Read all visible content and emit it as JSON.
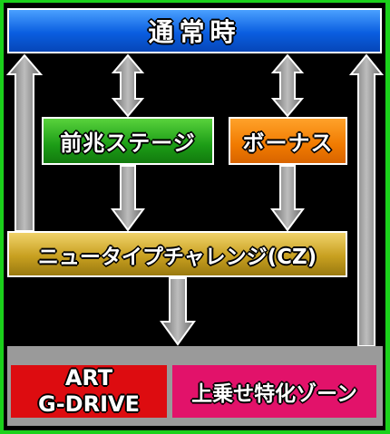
{
  "nodes": {
    "normal": "通常時",
    "zencho": "前兆ステージ",
    "bonus": "ボーナス",
    "newtype": "ニュータイプチャレンジ(CZ)",
    "art_line1": "ART",
    "art_line2": "G-DRIVE",
    "zone": "上乗せ特化ゾーン"
  },
  "colors": {
    "normal": "#0a5ee0",
    "zencho": "#1c9c16",
    "bonus": "#f07a00",
    "newtype": "#c8a020",
    "art": "#dd0c10",
    "zone": "#e2126a",
    "arrow": "#8c8c8c",
    "background": "#1bd11b"
  }
}
